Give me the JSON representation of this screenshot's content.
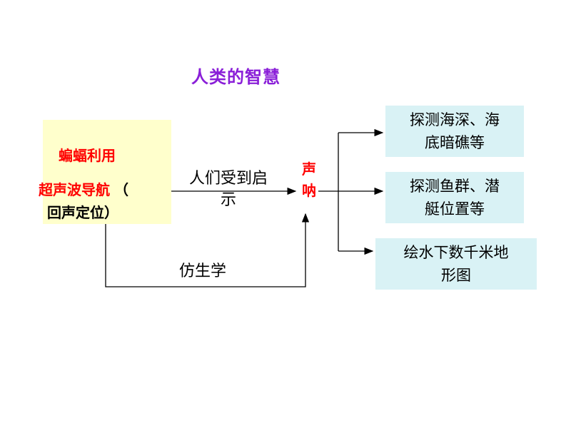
{
  "title": "人类的智慧",
  "source": {
    "line1": "蝙蝠利用",
    "line2": "超声波导航",
    "line2_paren": "（",
    "line3": "回声定位）"
  },
  "target": {
    "line1": "声",
    "line2": "呐"
  },
  "edges": {
    "inspiration_line1": "人们受到启",
    "inspiration_line2": "示",
    "bionics": "仿生学"
  },
  "applications": [
    {
      "line1": "探测海深、海",
      "line2": "底暗礁等"
    },
    {
      "line1": "探测鱼群、潜",
      "line2": "艇位置等"
    },
    {
      "line1": "绘水下数千米地",
      "line2": "形图"
    }
  ],
  "colors": {
    "title": "#8a1fd8",
    "highlight": "#ff0000",
    "source_fill": "#ffffcc",
    "application_fill": "#d9f2f5"
  }
}
